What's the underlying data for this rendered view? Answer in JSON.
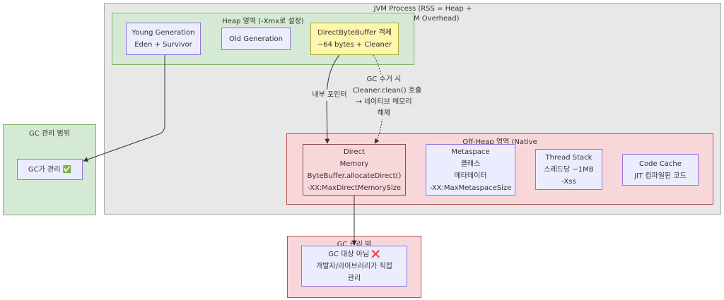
{
  "clusters": {
    "jvm": {
      "title_line1": "JVM Process (RSS = Heap +",
      "title_line2": "M Overhead)"
    },
    "heap": {
      "title": "Heap 영역 (-Xmx로 설정)"
    },
    "offheap": {
      "title": "Off-Heap 영역 (Native"
    },
    "gc_managed": {
      "title": "GC 관리 범위"
    },
    "gc_outside": {
      "title": "GC 관리 밖"
    }
  },
  "nodes": {
    "young": {
      "line1": "Young Generation",
      "line2": "Eden + Survivor"
    },
    "old": {
      "line1": "Old Generation"
    },
    "dbb": {
      "line1": "DirectByteBuffer 객체",
      "line2": "~64 bytes + Cleaner"
    },
    "direct": {
      "line1": "Direct",
      "line2": "Memory",
      "line3": "ByteBuffer.allocateDirect()",
      "line4": "-XX:MaxDirectMemorySize"
    },
    "metaspace": {
      "line1": "Metaspace",
      "line2": "클래스",
      "line3": "메타데이터",
      "line4": "-XX:MaxMetaspaceSize"
    },
    "thread": {
      "line1": "Thread Stack",
      "line2": "스레드당 ~1MB",
      "line3": "-Xss"
    },
    "codecache": {
      "line1": "Code Cache",
      "line2": "JIT 컴파일된 코드"
    },
    "gc_yes": {
      "line1": "GC가 관리 ✅"
    },
    "gc_no": {
      "line1": "GC 대상 아님 ❌",
      "line2": "개발자/라이브러리가 직접",
      "line3": "관리"
    }
  },
  "edges": {
    "internal_pointer": {
      "label": "내부 포인터"
    },
    "gc_collect": {
      "line1": "GC 수거 시",
      "line2": "Cleaner.clean() 호출",
      "line3": "→ 네이티브 메모리",
      "line4": "해제"
    }
  },
  "colors": {
    "jvm_bg": "#e8e8e8",
    "heap_bg": "#d5ead5",
    "offheap_bg": "#f8d7da",
    "node_purple": "#ececff",
    "node_yellow": "#fff5ad"
  }
}
